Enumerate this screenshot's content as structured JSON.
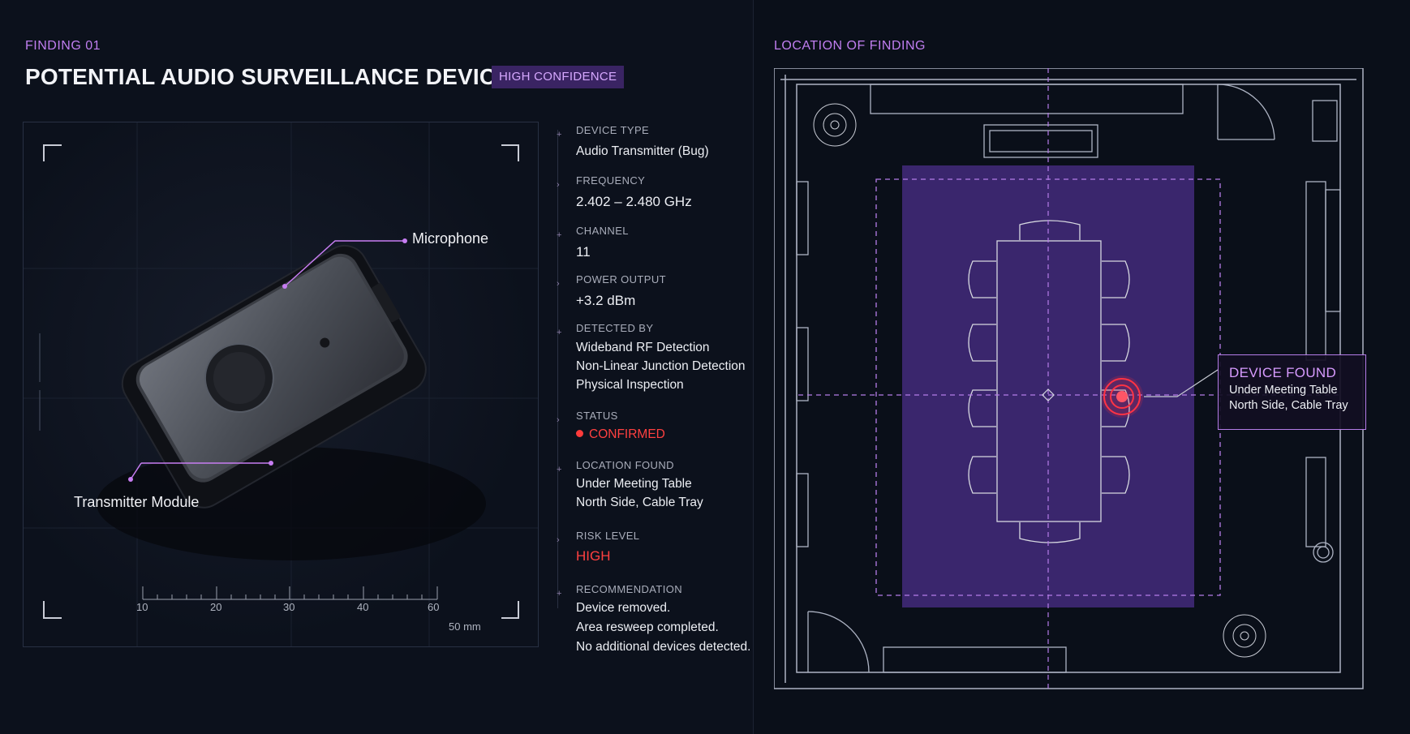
{
  "finding": {
    "eyebrow": "FINDING 01",
    "title": "POTENTIAL AUDIO SURVEILLANCE DEVICE",
    "confidence_badge": "HIGH CONFIDENCE"
  },
  "photo": {
    "callouts": {
      "microphone": "Microphone",
      "transmitter": "Transmitter Module"
    },
    "ruler": {
      "ticks": [
        "10",
        "20",
        "30",
        "40",
        "60"
      ],
      "unit_label": "50 mm"
    }
  },
  "specs": [
    {
      "label": "DEVICE TYPE",
      "value": [
        "Audio Transmitter (Bug)"
      ]
    },
    {
      "label": "FREQUENCY",
      "value": [
        "2.402 – 2.480 GHz"
      ]
    },
    {
      "label": "CHANNEL",
      "value": [
        "11"
      ]
    },
    {
      "label": "POWER OUTPUT",
      "value": [
        "+3.2 dBm"
      ]
    },
    {
      "label": "DETECTED BY",
      "value": [
        "Wideband RF Detection",
        "Non-Linear Junction Detection",
        "Physical Inspection"
      ]
    },
    {
      "label": "STATUS",
      "value": [
        "CONFIRMED"
      ]
    },
    {
      "label": "LOCATION FOUND",
      "value": [
        "Under Meeting Table",
        "North Side, Cable Tray"
      ]
    },
    {
      "label": "RISK LEVEL",
      "value": [
        "HIGH"
      ]
    },
    {
      "label": "RECOMMENDATION",
      "value": [
        "Device removed.",
        "Area resweep completed.",
        "No additional devices detected."
      ]
    }
  ],
  "location": {
    "eyebrow": "LOCATION OF FINDING",
    "device_found": {
      "title": "DEVICE FOUND",
      "line1": "Under Meeting Table",
      "line2": "North Side, Cable Tray"
    }
  },
  "colors": {
    "accent": "#c07ef0",
    "status_red": "#ff4040",
    "zone_purple": "#5b3a9a"
  }
}
